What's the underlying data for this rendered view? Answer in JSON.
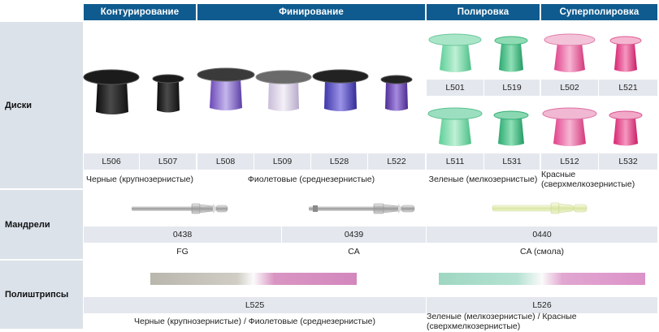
{
  "headers": {
    "contouring": "Контурирование",
    "finishing": "Финирование",
    "polishing": "Полировка",
    "superpolishing": "Суперполировка"
  },
  "rows": {
    "discs": "Диски",
    "mandrels": "Мандрели",
    "polystrips": "Полиштрипсы"
  },
  "disc_codes": {
    "L506": "L506",
    "L507": "L507",
    "L508": "L508",
    "L509": "L509",
    "L528": "L528",
    "L522": "L522",
    "L511": "L511",
    "L531": "L531",
    "L512": "L512",
    "L532": "L532",
    "L501": "L501",
    "L519": "L519",
    "L502": "L502",
    "L521": "L521"
  },
  "disc_grits": {
    "black": "Черные (крупнозернистые)",
    "violet": "Фиолетовые (среднезернистые)",
    "green": "Зеленые (мелкозернистые)",
    "red": "Красные (сверхмелкозернистые)"
  },
  "mandrel_codes": {
    "m1": "0438",
    "m2": "0439",
    "m3": "0440"
  },
  "mandrel_types": {
    "m1": "FG",
    "m2": "CA",
    "m3": "CA (смола)"
  },
  "strip_codes": {
    "s1": "L525",
    "s2": "L526"
  },
  "strip_grits": {
    "s1": "Черные (крупнозернистые) / Фиолетовые (среднезернистые)",
    "s2": "Зеленые (мелкозернистые) / Красные (сверхмелкозернистые)"
  },
  "colors": {
    "header_bg": "#0f5b8f",
    "row_label_bg": "#dce2ea",
    "label_bg": "#e4e8ee",
    "black_disc": "#1a1a1a",
    "violet_disc": "#6b4fb0",
    "green_disc": "#5fc99a",
    "red_disc": "#e0508f"
  }
}
